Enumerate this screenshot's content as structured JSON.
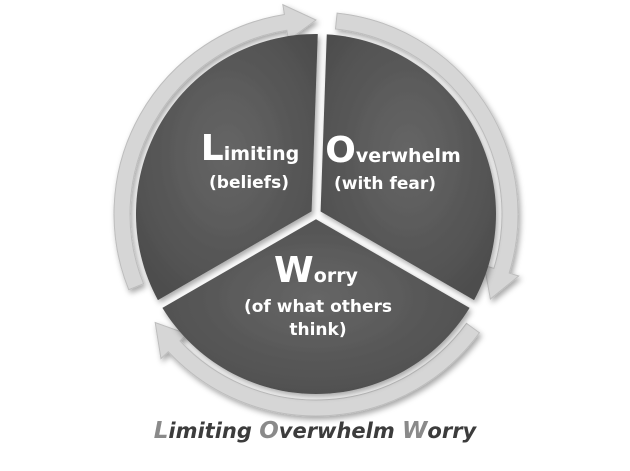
{
  "cycle": {
    "segments": [
      {
        "initial": "L",
        "rest": "imiting",
        "sub": [
          "(beliefs)"
        ]
      },
      {
        "initial": "O",
        "rest": "verwhelm",
        "sub": [
          "(with fear)"
        ]
      },
      {
        "initial": "W",
        "rest": "orry",
        "sub": [
          "(of what others",
          "think)"
        ]
      }
    ]
  },
  "caption": {
    "words": [
      {
        "initial": "L",
        "rest": "imiting"
      },
      {
        "initial": "O",
        "rest": "verwhelm"
      },
      {
        "initial": "W",
        "rest": "orry"
      }
    ]
  },
  "colors": {
    "segment": "#5b5b5b",
    "arrow": "#d6d6d6",
    "arrow_edge": "#bdbdbd",
    "label": "#ffffff",
    "caption_text": "#3c3c3c",
    "caption_initial": "#8a8a8a"
  }
}
